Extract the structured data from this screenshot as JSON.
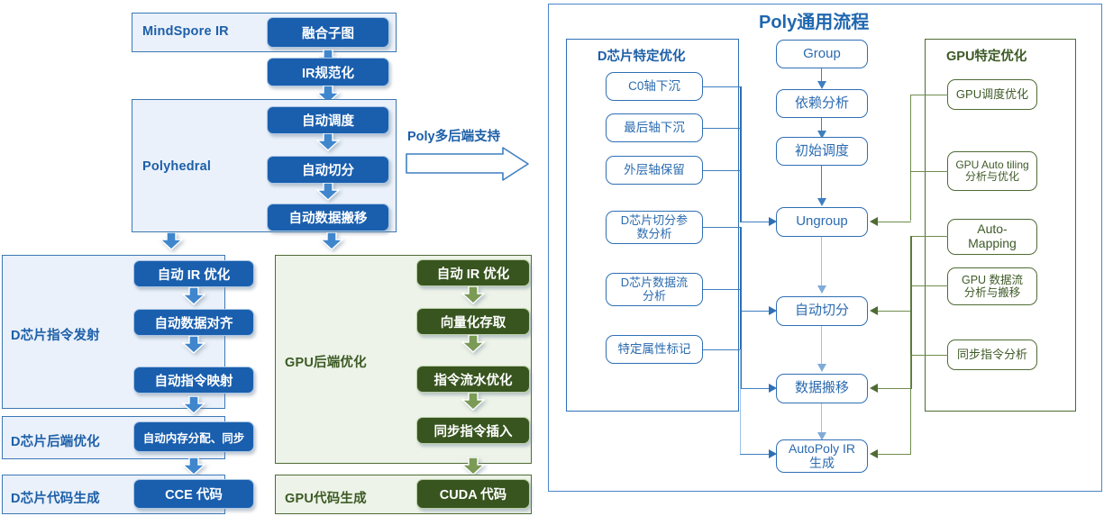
{
  "left": {
    "mindspore": {
      "label": "MindSpore IR",
      "chip": "融合子图"
    },
    "ir_norm": "IR规范化",
    "polyhedral": {
      "label": "Polyhedral",
      "steps": [
        "自动调度",
        "自动切分",
        "自动数据搬移"
      ]
    },
    "d_instr": {
      "label": "D芯片指令发射",
      "steps": [
        "自动 IR 优化",
        "自动数据对齐",
        "自动指令映射"
      ]
    },
    "d_backend": {
      "label": "D芯片后端优化",
      "chip": "自动内存分配、同步"
    },
    "d_codegen": {
      "label": "D芯片代码生成",
      "chip": "CCE 代码"
    },
    "gpu_backend": {
      "label": "GPU后端优化",
      "steps": [
        "自动 IR 优化",
        "向量化存取",
        "指令流水优化",
        "同步指令插入"
      ]
    },
    "gpu_codegen": {
      "label": "GPU代码生成",
      "chip": "CUDA 代码"
    }
  },
  "bridge": {
    "label": "Poly多后端支持"
  },
  "right": {
    "title": "Poly通用流程",
    "dchip": {
      "title": "D芯片特定优化",
      "items": [
        "C0轴下沉",
        "最后轴下沉",
        "外层轴保留",
        "D芯片切分参\n数分析",
        "D芯片数据流\n分析",
        "特定属性标记"
      ]
    },
    "flow": {
      "steps": [
        "Group",
        "依赖分析",
        "初始调度",
        "Ungroup",
        "自动切分",
        "数据搬移",
        "AutoPoly IR\n生成"
      ]
    },
    "gpu": {
      "title": "GPU特定优化",
      "items": [
        "GPU调度优化",
        "GPU Auto tiling\n分析与优化",
        "Auto-\nMapping",
        "GPU 数据流\n分析与搬移",
        "同步指令分析"
      ]
    }
  },
  "colors": {
    "blue_fill": "#1a5fae",
    "blue_line": "#2f6fb5",
    "blue_panel": "#eaf1fa",
    "green_fill": "#38541f",
    "green_line": "#4f6b34",
    "green_panel": "#edf3e8",
    "title_blue": "#1f67b0"
  }
}
